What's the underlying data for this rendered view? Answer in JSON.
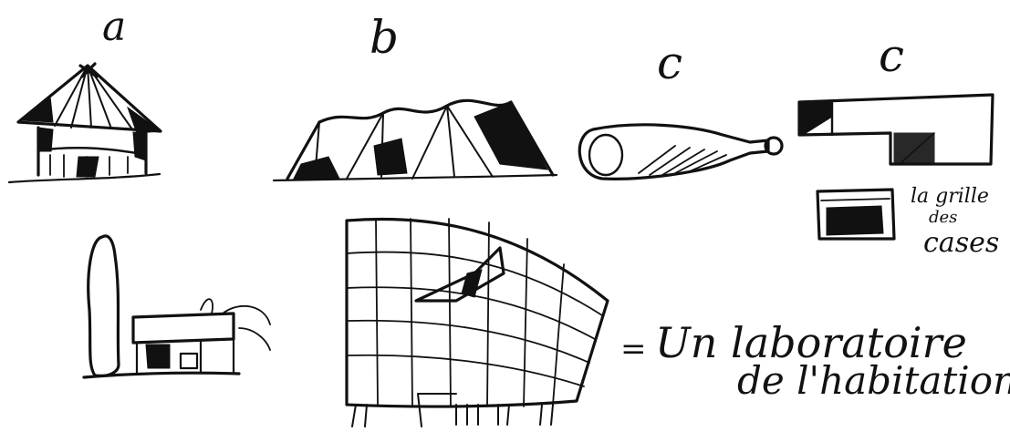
{
  "sketches": [
    {
      "letter": "a"
    },
    {
      "letter": "b"
    },
    {
      "letter": "c"
    },
    {
      "letter": "c"
    }
  ],
  "side_note": [
    "la grille",
    "des",
    "cases"
  ],
  "caption": {
    "equals": "=",
    "line1": "Un laboratoire",
    "line2": "de l'habitation"
  }
}
